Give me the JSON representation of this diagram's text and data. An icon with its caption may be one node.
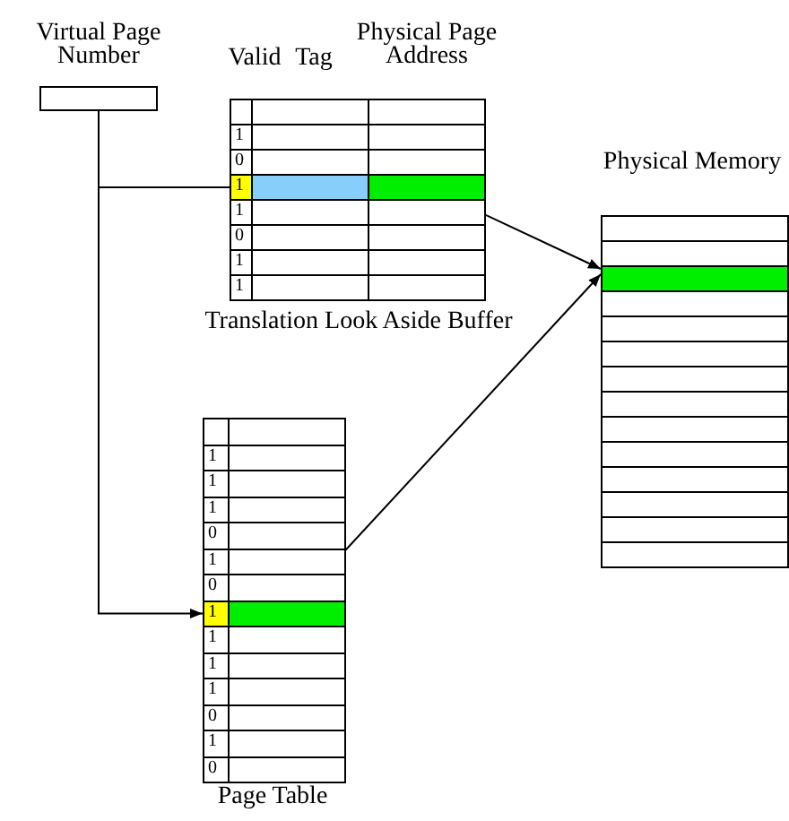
{
  "diagram": {
    "nodes": [
      {
        "text": [
          "Virtual Page Number"
        ]
      },
      {
        "text": [
          "Translation Look Aside Buffer"
        ]
      },
      {
        "text": [
          "1"
        ],
        "in": 1
      },
      {
        "text": [],
        "shape": "bar",
        "in": 1
      },
      {
        "text": [
          "Page Table"
        ]
      },
      {
        "text": [
          "1"
        ],
        "in": 4
      },
      {
        "text": [],
        "shape": "bar",
        "in": 4
      },
      {
        "text": [
          "Physical Memory"
        ]
      },
      {
        "text": [],
        "shape": "bar",
        "in": 7
      }
    ],
    "edges": [
      {
        "from": 0,
        "to": 2,
        "arrow": "none"
      },
      {
        "from": 0,
        "to": 5,
        "arrow": "to"
      },
      {
        "from": 3,
        "to": 8,
        "arrow": "to"
      },
      {
        "from": 6,
        "to": 8,
        "arrow": "to"
      }
    ],
    "labels": [
      "Valid",
      "Tag",
      "Physical Page Address",
      "1",
      "0",
      "1",
      "0",
      "1",
      "1",
      "1",
      "1",
      "1",
      "0",
      "1",
      "0",
      "1",
      "1",
      "1",
      "0",
      "1",
      "0"
    ]
  }
}
